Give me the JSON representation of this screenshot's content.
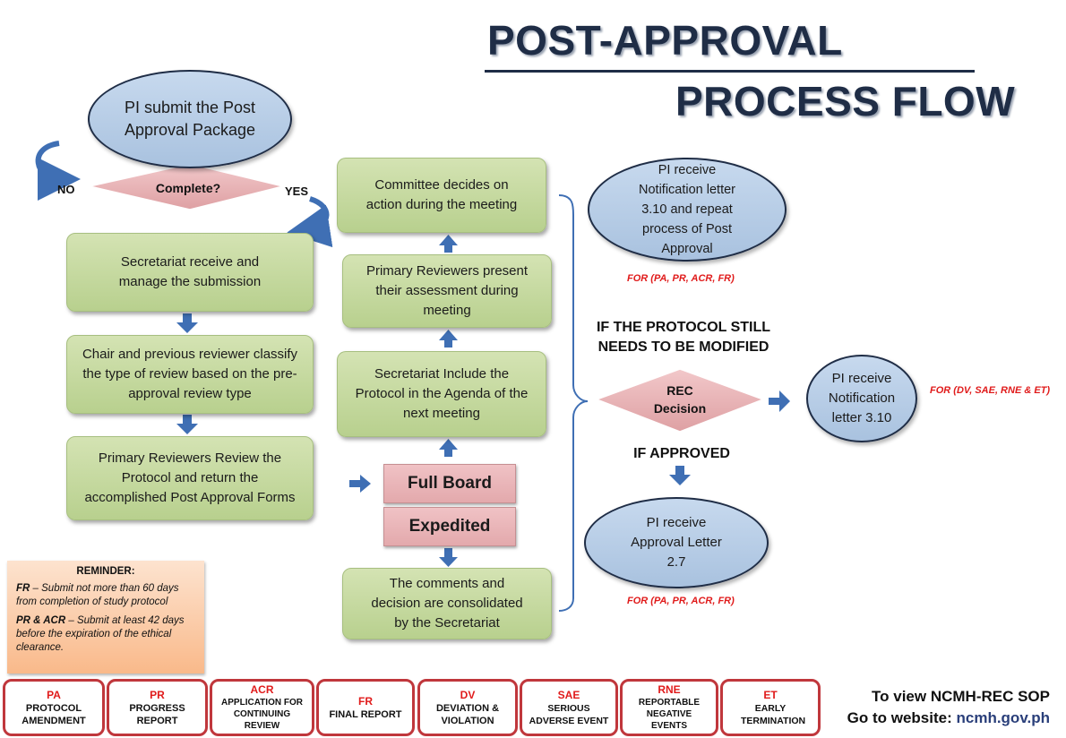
{
  "title": {
    "line1": "POST-APPROVAL",
    "line2": "PROCESS FLOW"
  },
  "start": {
    "text": "PI submit the Post Approval Package"
  },
  "complete_decision": {
    "text": "Complete?",
    "no_label": "NO",
    "yes_label": "YES"
  },
  "left_steps": [
    {
      "text": "Secretariat receive and manage the submission"
    },
    {
      "text": "Chair and previous reviewer classify the type of review based on the pre-approval review type"
    },
    {
      "text": "Primary Reviewers Review the Protocol and return the accomplished Post Approval Forms"
    }
  ],
  "review_types": {
    "full_board": "Full Board",
    "expedited": "Expedited"
  },
  "middle_steps": {
    "committee": "Committee decides on action during the meeting",
    "present": "Primary Reviewers present their assessment during meeting",
    "agenda": "Secretariat Include the Protocol in the Agenda of the next meeting",
    "consolidate": "The comments and decision are consolidated by the Secretariat"
  },
  "rec_decision": {
    "text": "REC Decision"
  },
  "outcomes": {
    "modify_label": "IF THE PROTOCOL STILL NEEDS TO BE MODIFIED",
    "approved_label": "IF APPROVED",
    "notify_repeat": "PI receive Notification letter 3.10 and repeat process of Post Approval",
    "notify_repeat_for": "FOR (PA, PR, ACR, FR)",
    "notify": "PI receive Notification letter 3.10",
    "notify_for": "FOR (DV, SAE, RNE & ET)",
    "approval": "PI receive Approval Letter 2.7",
    "approval_for": "FOR (PA, PR, ACR, FR)"
  },
  "reminder": {
    "heading": "REMINDER:",
    "items": [
      {
        "abbr": "FR",
        "text": "– Submit not more than 60 days from completion of study protocol"
      },
      {
        "abbr": "PR & ACR",
        "text": "– Submit at least 42 days before the expiration of the ethical clearance."
      }
    ]
  },
  "legend": [
    {
      "abbr": "PA",
      "name": "PROTOCOL AMENDMENT"
    },
    {
      "abbr": "PR",
      "name": "PROGRESS REPORT"
    },
    {
      "abbr": "ACR",
      "name": "APPLICATION FOR CONTINUING REVIEW"
    },
    {
      "abbr": "FR",
      "name": "FINAL REPORT"
    },
    {
      "abbr": "DV",
      "name": "DEVIATION & VIOLATION"
    },
    {
      "abbr": "SAE",
      "name": "SERIOUS ADVERSE EVENT"
    },
    {
      "abbr": "RNE",
      "name": "REPORTABLE NEGATIVE EVENTS"
    },
    {
      "abbr": "ET",
      "name": "EARLY TERMINATION"
    }
  ],
  "sop": {
    "line1": "To view NCMH-REC SOP",
    "line2_prefix": "Go to website:",
    "link": "ncmh.gov.ph"
  },
  "colors": {
    "navy": "#1f2d46",
    "green_box": "#c8dca4",
    "blue_ellipse": "#b7cde6",
    "pink": "#e8b4b6",
    "red_text": "#e01b1b",
    "arrow_blue": "#3f6fb4"
  }
}
